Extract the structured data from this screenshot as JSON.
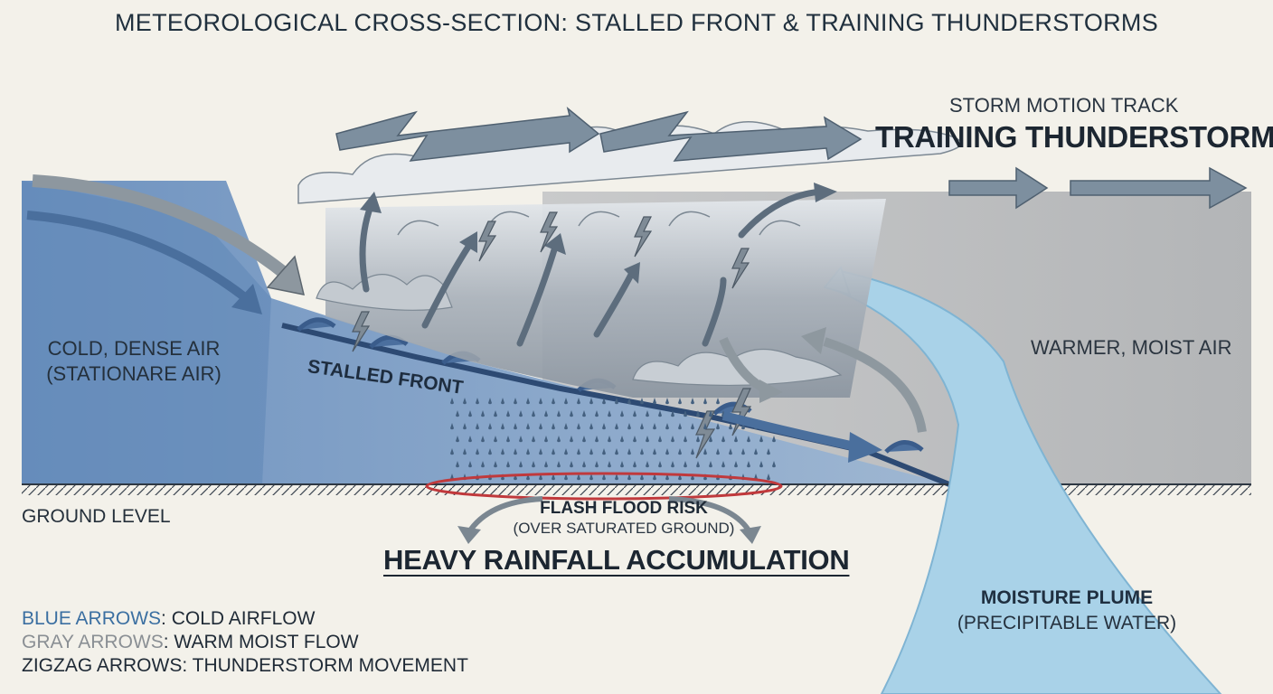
{
  "title": "METEOROLOGICAL CROSS-SECTION: STALLED FRONT & TRAINING THUNDERSTORMS",
  "storm_motion": {
    "subtitle": "STORM MOTION TRACK",
    "title": "TRAINING THUNDERSTORMS"
  },
  "cold_air": {
    "line1": "COLD, DENSE AIR",
    "line2": "(STATIONARE AIR)"
  },
  "warm_air": "WARMER, MOIST AIR",
  "front": "STALLED FRONT",
  "ground": "GROUND LEVEL",
  "flood": {
    "title": "FLASH FLOOD RISK",
    "subtitle": "(OVER SATURATED GROUND)"
  },
  "rainfall": "HEAVY RAINFALL ACCUMULATION",
  "moisture": {
    "title": "MOISTURE PLUME",
    "subtitle": "(PRECIPITABLE WATER)"
  },
  "legend": [
    {
      "key": "BLUE ARROWS",
      "desc": ": COLD AIRFLOW"
    },
    {
      "key": "GRAY ARROWS",
      "desc": ": WARM MOIST FLOW"
    },
    {
      "key": "ZIGZAG ARROWS",
      "desc": ": THUNDERSTORM MOVEMENT"
    }
  ],
  "colors": {
    "background": "#f3f1ea",
    "cold_air": "#7b9dc6",
    "warm_air": "#b9bbbd",
    "moisture_plume": "#a9d2e8",
    "cloud": "#9ea7b0",
    "flood_ring": "#c0393c",
    "blue_arrow": "#49709d",
    "gray_arrow": "#8e989f",
    "text": "#1f2a36"
  }
}
